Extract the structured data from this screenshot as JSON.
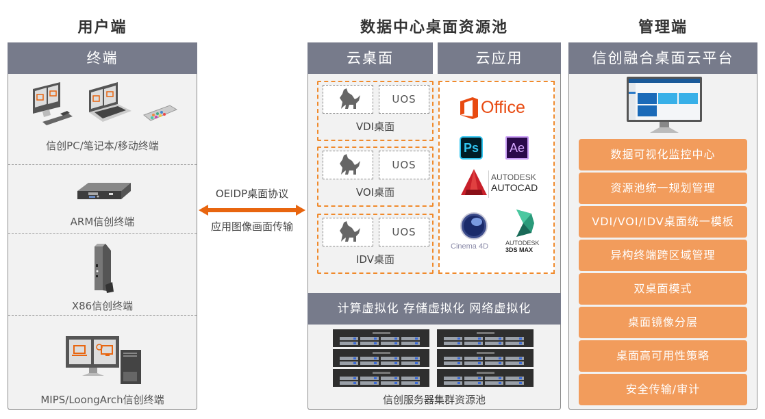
{
  "columns": {
    "user": {
      "title": "用户端",
      "header": "终端",
      "terminals": [
        {
          "label": "信创PC/笔记本/移动终端",
          "icon": "pc-laptop-phone-icon"
        },
        {
          "label": "ARM信创终端",
          "icon": "thin-client-box-icon"
        },
        {
          "label": "X86信创终端",
          "icon": "vertical-thin-client-icon"
        },
        {
          "label": "MIPS/LoongArch信创终端",
          "icon": "desktop-tower-icon"
        }
      ]
    },
    "link": {
      "protocol": "OEIDP桌面协议",
      "transfer": "应用图像画面传输",
      "arrow_color": "#e8650f"
    },
    "datacenter": {
      "title": "数据中心桌面资源池",
      "desktop_header": "云桌面",
      "app_header": "云应用",
      "desktops": [
        {
          "os": "UOS",
          "label": "VDI桌面"
        },
        {
          "os": "UOS",
          "label": "VOI桌面"
        },
        {
          "os": "UOS",
          "label": "IDV桌面"
        }
      ],
      "apps": {
        "office": "Office",
        "ps": "Ps",
        "ae": "Ae",
        "autocad_line1": "AUTODESK",
        "autocad_line2": "AUTOCAD",
        "cinema": "Cinema 4D",
        "max_line1": "AUTODESK",
        "max_line2": "3DS MAX"
      },
      "virtualization": "计算虚拟化 存储虚拟化 网络虚拟化",
      "server_pool": "信创服务器集群资源池"
    },
    "management": {
      "title": "管理端",
      "header": "信创融合桌面云平台",
      "features": [
        "数据可视化监控中心",
        "资源池统一规划管理",
        "VDI/VOI/IDV桌面统一模板",
        "异构终端跨区域管理",
        "双桌面模式",
        "桌面镜像分层",
        "桌面高可用性策略",
        "安全传输/审计"
      ]
    }
  },
  "colors": {
    "header_bg": "#777b8b",
    "accent_orange": "#f29c5c",
    "dashed_orange": "#f08a2c",
    "panel_bg": "#f2f2f2"
  }
}
